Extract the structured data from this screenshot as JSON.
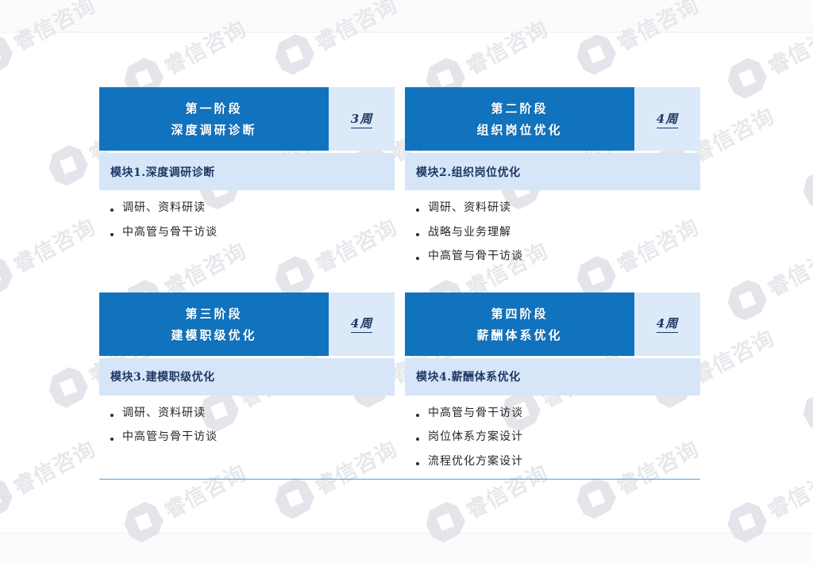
{
  "watermark": {
    "text": "睿信咨询",
    "mark_icon": "company-logo-icon"
  },
  "board": {
    "rows": [
      {
        "cards": [
          {
            "phase_title": "第一阶段",
            "phase_subtitle": "深度调研诊断",
            "duration": "3周",
            "module_title": "模块1.深度调研诊断",
            "bullets": [
              "调研、资料研读",
              "中高管与骨干访谈"
            ]
          },
          {
            "phase_title": "第二阶段",
            "phase_subtitle": "组织岗位优化",
            "duration": "4周",
            "module_title": "模块2.组织岗位优化",
            "bullets": [
              "调研、资料研读",
              "战略与业务理解",
              "中高管与骨干访谈"
            ]
          }
        ]
      },
      {
        "cards": [
          {
            "phase_title": "第三阶段",
            "phase_subtitle": "建模职级优化",
            "duration": "4周",
            "module_title": "模块3.建模职级优化",
            "bullets": [
              "调研、资料研读",
              "中高管与骨干访谈"
            ]
          },
          {
            "phase_title": "第四阶段",
            "phase_subtitle": "薪酬体系优化",
            "duration": "4周",
            "module_title": "模块4.薪酬体系优化",
            "bullets": [
              "中高管与骨干访谈",
              "岗位体系方案设计",
              "流程优化方案设计"
            ]
          }
        ]
      }
    ]
  },
  "colors": {
    "header_blue": "#1173bd",
    "week_cell_blue": "#dbe9f9",
    "module_bar_blue": "#d6e6f8",
    "title_navy": "#1f3864",
    "footer_rule": "#5b9bd5"
  }
}
